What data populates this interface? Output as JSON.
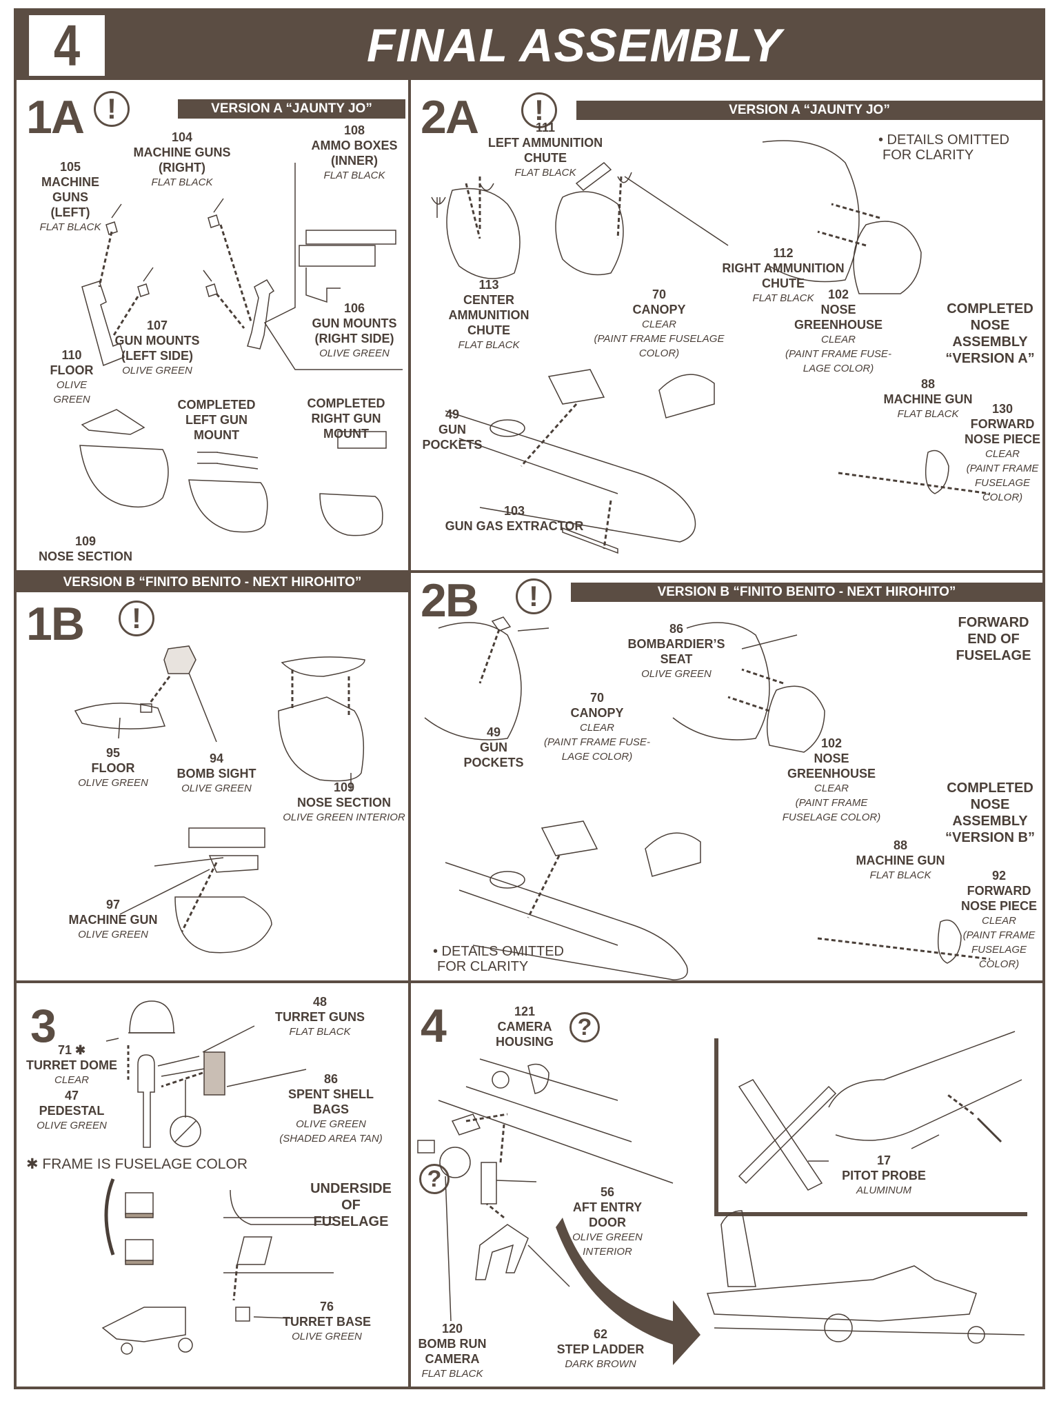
{
  "header": {
    "step_number": "4",
    "title": "FINAL ASSEMBLY"
  },
  "colors": {
    "brand_brown": "#5b4d43",
    "text": "#4a3f38"
  },
  "panels": {
    "p1a": {
      "step": "1A",
      "alert_icon": "!",
      "band": "VERSION A “JAUNTY JO”",
      "parts": [
        {
          "num": "104",
          "name": "MACHINE GUNS (RIGHT)",
          "line1": "MACHINE GUNS",
          "line2": "(RIGHT)",
          "color": "FLAT BLACK"
        },
        {
          "num": "108",
          "name": "AMMO BOXES (INNER)",
          "line1": "AMMO BOXES",
          "line2": "(INNER)",
          "color": "FLAT BLACK"
        },
        {
          "num": "105",
          "name": "MACHINE GUNS (LEFT)",
          "line1": "MACHINE",
          "line2": "GUNS",
          "line3": "(LEFT)",
          "color": "FLAT BLACK"
        },
        {
          "num": "107",
          "name": "GUN MOUNTS (LEFT SIDE)",
          "line1": "GUN MOUNTS",
          "line2": "(LEFT SIDE)",
          "color": "OLIVE GREEN"
        },
        {
          "num": "106",
          "name": "GUN MOUNTS (RIGHT SIDE)",
          "line1": "GUN MOUNTS",
          "line2": "(RIGHT SIDE)",
          "color": "OLIVE GREEN"
        },
        {
          "num": "110",
          "name": "FLOOR",
          "line1": "FLOOR",
          "color": "OLIVE GREEN"
        },
        {
          "num": "109",
          "name": "NOSE SECTION",
          "line1": "NOSE SECTION"
        }
      ],
      "callouts": [
        {
          "line1": "COMPLETED",
          "line2": "LEFT GUN",
          "line3": "MOUNT"
        },
        {
          "line1": "COMPLETED",
          "line2": "RIGHT GUN",
          "line3": "MOUNT"
        }
      ]
    },
    "p2a": {
      "step": "2A",
      "alert_icon": "!",
      "band": "VERSION A “JAUNTY JO”",
      "note_line1": "• DETAILS OMITTED",
      "note_line2": "FOR CLARITY",
      "parts": [
        {
          "num": "111",
          "line1": "LEFT AMMUNITION",
          "line2": "CHUTE",
          "color": "FLAT BLACK"
        },
        {
          "num": "112",
          "line1": "RIGHT AMMUNITION",
          "line2": "CHUTE",
          "color": "FLAT BLACK"
        },
        {
          "num": "113",
          "line1": "CENTER AMMUNITION",
          "line2": "CHUTE",
          "color": "FLAT BLACK"
        },
        {
          "num": "70",
          "line1": "CANOPY",
          "color": "CLEAR",
          "note": "(PAINT FRAME FUSELAGE COLOR)"
        },
        {
          "num": "102",
          "line1": "NOSE",
          "line2": "GREENHOUSE",
          "color": "CLEAR",
          "note1": "(PAINT FRAME FUSE-",
          "note2": "LAGE COLOR)"
        },
        {
          "num": "49",
          "line1": "GUN POCKETS"
        },
        {
          "num": "88",
          "line1": "MACHINE GUN",
          "color": "FLAT BLACK"
        },
        {
          "num": "130",
          "line1": "FORWARD",
          "line2": "NOSE PIECE",
          "color": "CLEAR",
          "note1": "(PAINT FRAME",
          "note2": "FUSELAGE",
          "note3": "COLOR)"
        },
        {
          "num": "103",
          "line1": "GUN GAS EXTRACTOR"
        }
      ],
      "callout": {
        "line1": "COMPLETED",
        "line2": "NOSE",
        "line3": "ASSEMBLY",
        "line4": "“VERSION A”"
      }
    },
    "p1b": {
      "step": "1B",
      "alert_icon": "!",
      "band": "VERSION B “FINITO BENITO - NEXT HIROHITO”",
      "parts": [
        {
          "num": "95",
          "line1": "FLOOR",
          "color": "OLIVE GREEN"
        },
        {
          "num": "94",
          "line1": "BOMB SIGHT",
          "color": "OLIVE GREEN"
        },
        {
          "num": "109",
          "line1": "NOSE SECTION",
          "color": "OLIVE GREEN INTERIOR"
        },
        {
          "num": "97",
          "line1": "MACHINE GUN",
          "color": "OLIVE GREEN"
        }
      ]
    },
    "p2b": {
      "step": "2B",
      "alert_icon": "!",
      "band": "VERSION B “FINITO BENITO - NEXT HIROHITO”",
      "note_line1": "• DETAILS OMITTED",
      "note_line2": "FOR CLARITY",
      "parts": [
        {
          "num": "86",
          "line1": "BOMBARDIER’S",
          "line2": "SEAT",
          "color": "OLIVE GREEN"
        },
        {
          "num": "70",
          "line1": "CANOPY",
          "color": "CLEAR",
          "note1": "(PAINT FRAME FUSE-",
          "note2": "LAGE COLOR)"
        },
        {
          "num": "49",
          "line1": "GUN POCKETS"
        },
        {
          "num": "102",
          "line1": "NOSE",
          "line2": "GREENHOUSE",
          "color": "CLEAR",
          "note1": "(PAINT FRAME",
          "note2": "FUSELAGE COLOR)"
        },
        {
          "num": "88",
          "line1": "MACHINE GUN",
          "color": "FLAT BLACK"
        },
        {
          "num": "92",
          "line1": "FORWARD",
          "line2": "NOSE PIECE",
          "color": "CLEAR",
          "note1": "(PAINT FRAME",
          "note2": "FUSELAGE",
          "note3": "COLOR)"
        }
      ],
      "callouts": [
        {
          "line1": "FORWARD",
          "line2": "END OF",
          "line3": "FUSELAGE"
        },
        {
          "line1": "COMPLETED",
          "line2": "NOSE",
          "line3": "ASSEMBLY",
          "line4": "“VERSION B”"
        }
      ]
    },
    "p3": {
      "step": "3",
      "parts": [
        {
          "num": "48",
          "line1": "TURRET GUNS",
          "color": "FLAT BLACK"
        },
        {
          "num": "71 ✱",
          "line1": "TURRET DOME",
          "color": "CLEAR"
        },
        {
          "num": "47",
          "line1": "PEDESTAL",
          "color": "OLIVE GREEN"
        },
        {
          "num": "86",
          "line1": "SPENT SHELL",
          "line2": "BAGS",
          "color": "OLIVE GREEN",
          "note": "(SHADED AREA TAN)"
        },
        {
          "num": "76",
          "line1": "TURRET BASE",
          "color": "OLIVE GREEN"
        }
      ],
      "footnote": "✱ FRAME IS FUSELAGE COLOR",
      "callout": {
        "line1": "UNDERSIDE",
        "line2": "OF",
        "line3": "FUSELAGE"
      }
    },
    "p4": {
      "step": "4",
      "question_icon": "?",
      "parts": [
        {
          "num": "121",
          "line1": "CAMERA",
          "line2": "HOUSING"
        },
        {
          "num": "56",
          "line1": "AFT ENTRY",
          "line2": "DOOR",
          "color": "OLIVE GREEN",
          "note": "INTERIOR"
        },
        {
          "num": "120",
          "line1": "BOMB RUN",
          "line2": "CAMERA",
          "color": "FLAT BLACK"
        },
        {
          "num": "62",
          "line1": "STEP LADDER",
          "color": "DARK BROWN"
        },
        {
          "num": "17",
          "line1": "PITOT PROBE",
          "color": "ALUMINUM"
        }
      ]
    }
  }
}
